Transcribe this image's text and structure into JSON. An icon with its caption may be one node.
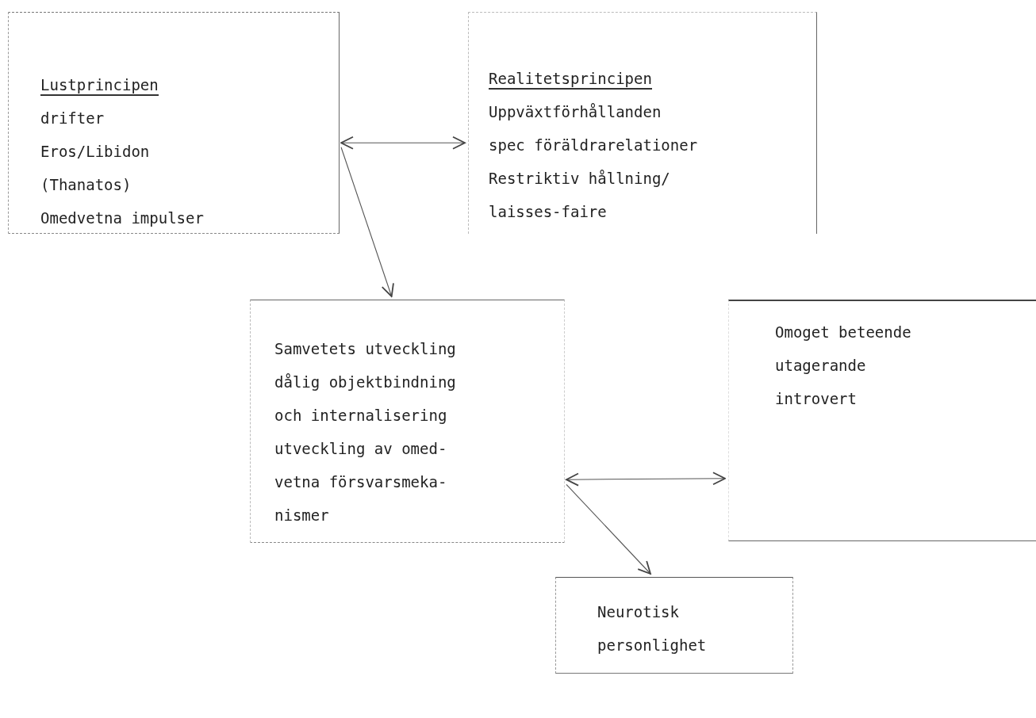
{
  "diagram": {
    "nodes": [
      {
        "text": [
          "Lustprincipen",
          "drifter",
          "Eros/Libidon",
          "(Thanatos)",
          "Omedvetna impulser"
        ]
      },
      {
        "text": [
          "Realitetsprincipen",
          "Uppväxtförhållanden",
          "spec föräldrarelationer",
          "Restriktiv hållning/",
          "laisses-faire"
        ]
      },
      {
        "text": [
          "Samvetets utveckling",
          "dålig objektbindning",
          "och internalisering",
          "utveckling av omed-",
          "vetna försvarsmeka-",
          "nismer"
        ]
      },
      {
        "text": [
          "Omoget beteende",
          "utagerande",
          "introvert"
        ]
      },
      {
        "text": [
          "Neurotisk",
          "personlighet"
        ]
      }
    ],
    "edges": [
      {
        "from": 0,
        "to": 1,
        "arrow": "both"
      },
      {
        "from": 0,
        "to": 2,
        "arrow": "to"
      },
      {
        "from": 2,
        "to": 3,
        "arrow": "both"
      },
      {
        "from": 2,
        "to": 4,
        "arrow": "to"
      }
    ]
  }
}
